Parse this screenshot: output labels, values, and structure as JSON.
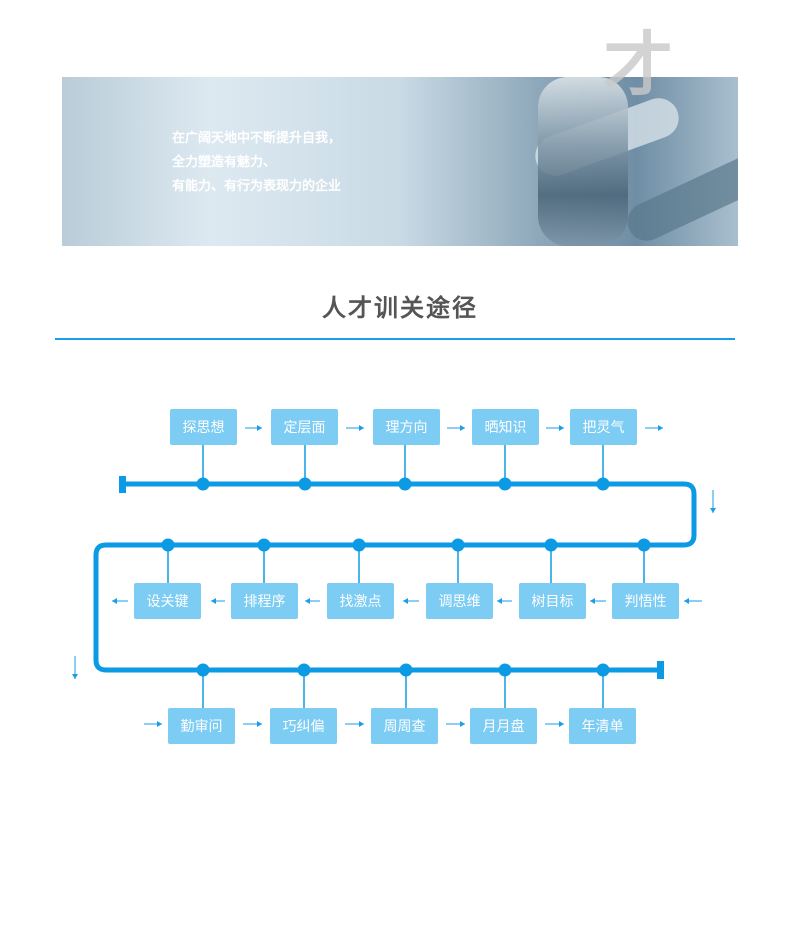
{
  "banner": {
    "slogan": [
      "在广阔天地中不断提升自我，",
      "全力塑造有魅力、",
      "有能力、有行为表现力的企业"
    ],
    "watermark_char": "才"
  },
  "title": "人才训关途径",
  "colors": {
    "line": "#0d9ae4",
    "box": "#7cccf4",
    "arrow": "#1a9ee6"
  },
  "flow": {
    "row1": [
      "探思想",
      "定层面",
      "理方向",
      "晒知识",
      "把灵气"
    ],
    "row2": [
      "判悟性",
      "树目标",
      "调思维",
      "找激点",
      "排程序",
      "设关键"
    ],
    "row3": [
      "勤审问",
      "巧纠偏",
      "周周查",
      "月月盘",
      "年清单"
    ]
  }
}
